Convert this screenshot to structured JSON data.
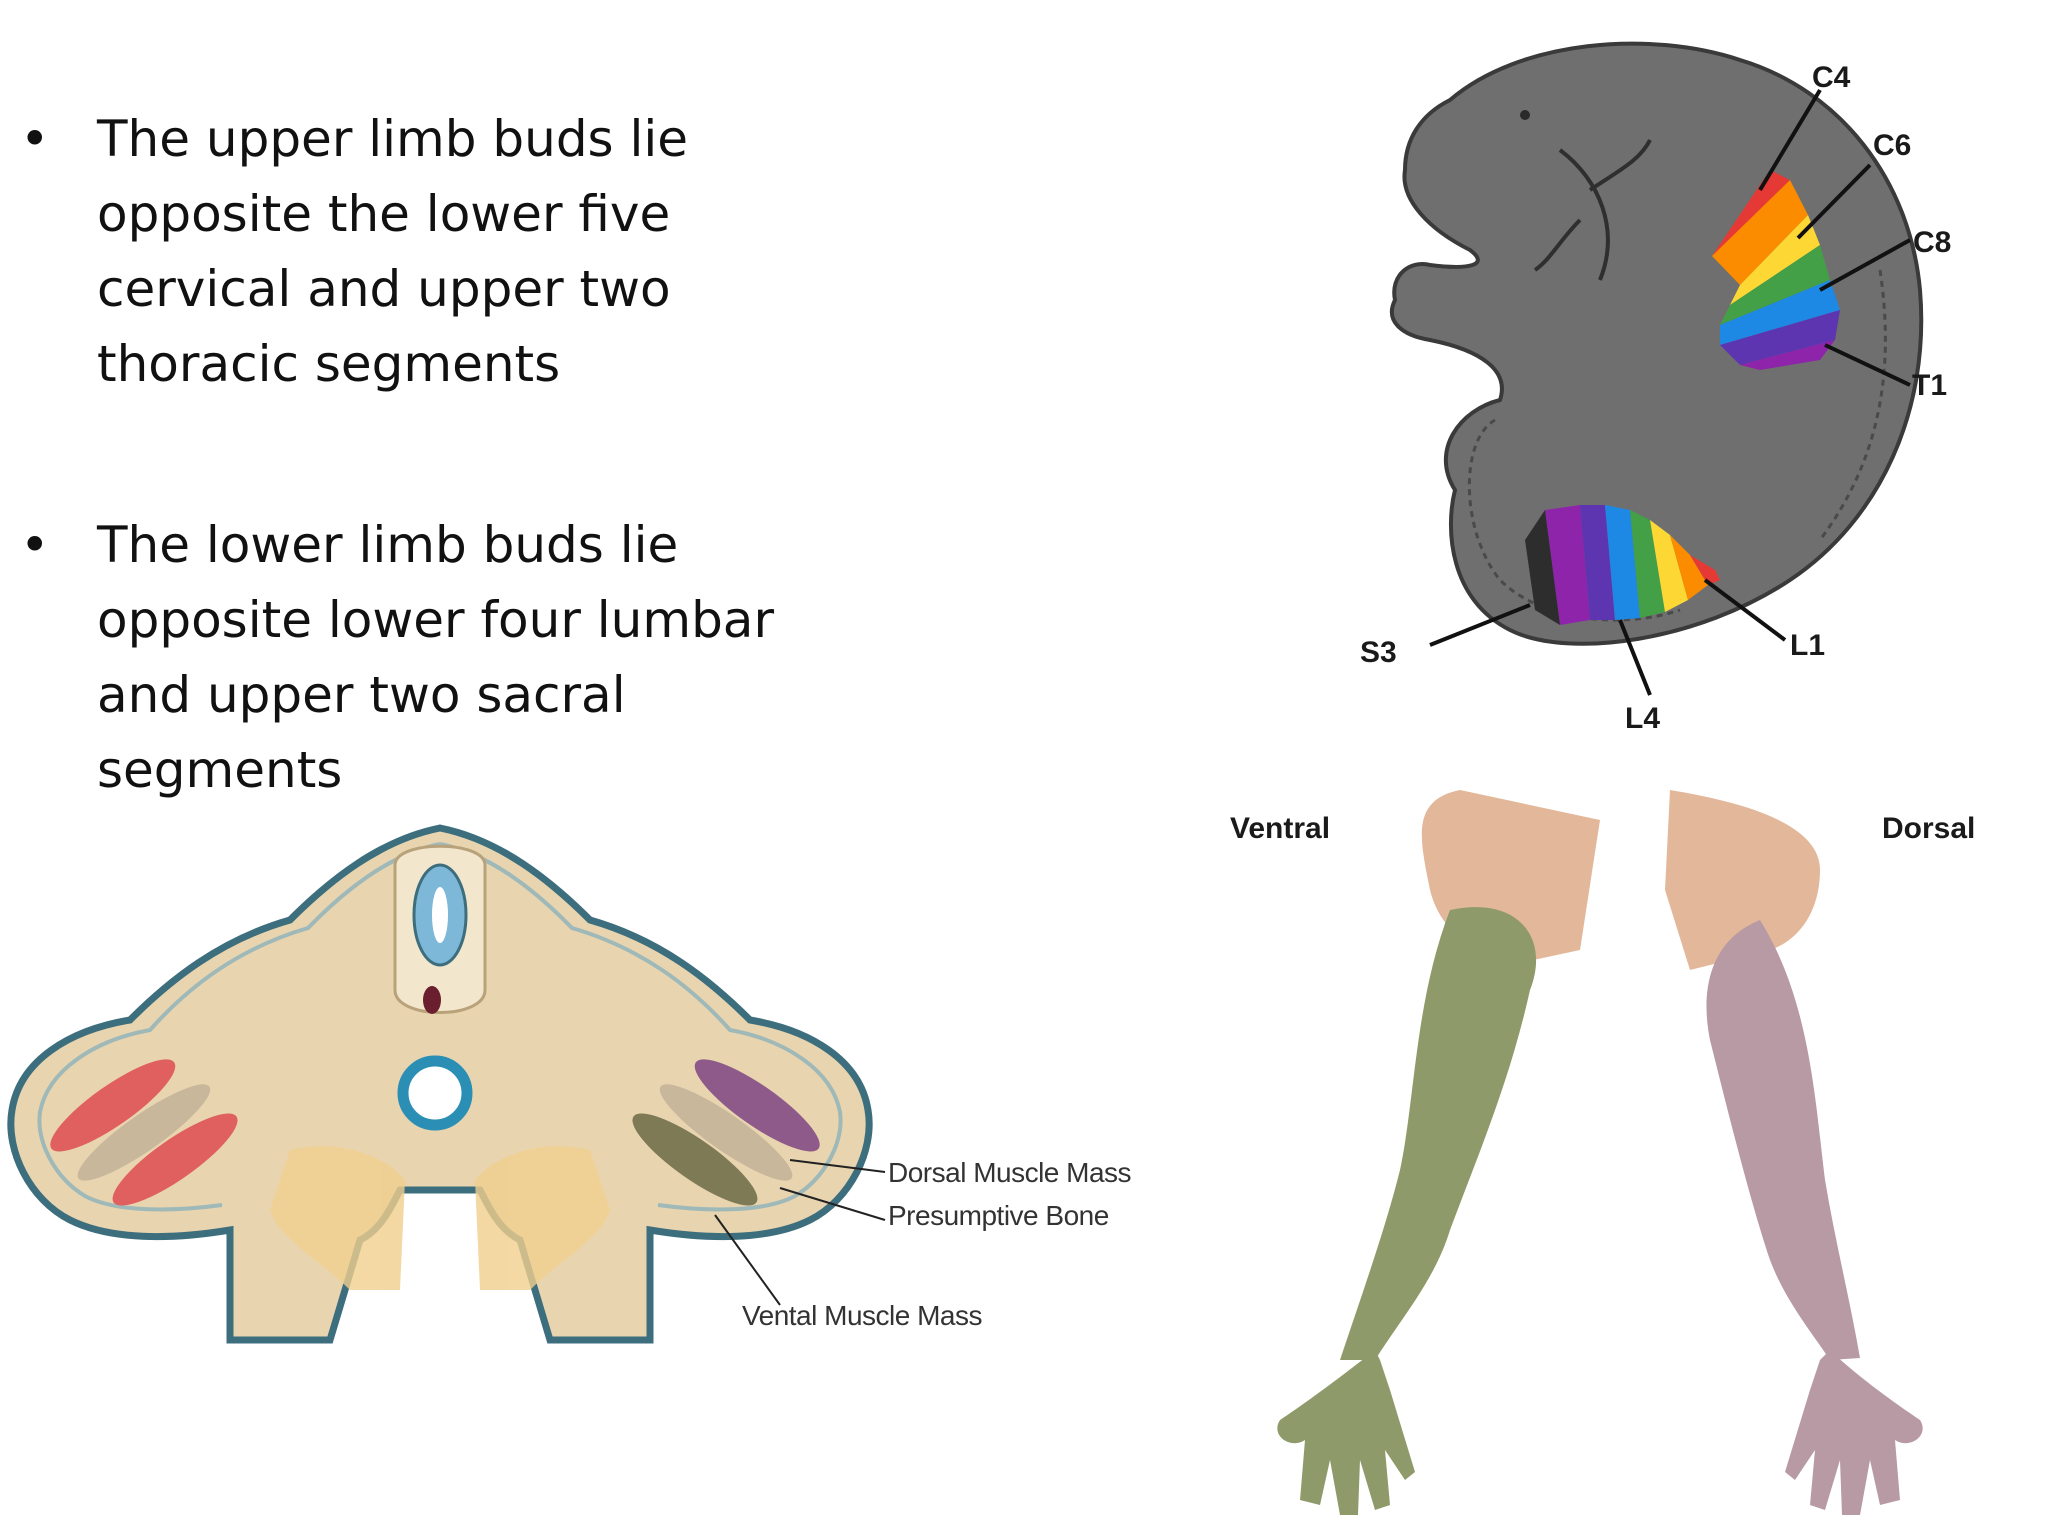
{
  "bullets": [
    {
      "marker": "•",
      "lines": [
        "The upper limb buds lie",
        "opposite the lower five",
        "cervical and upper two",
        "thoracic segments"
      ]
    },
    {
      "marker": "•",
      "lines": [
        "The lower limb buds lie",
        "opposite lower four lumbar",
        "and upper two sacral",
        "segments"
      ]
    }
  ],
  "embryo": {
    "labels": {
      "c4": "C4",
      "c6": "C6",
      "c8": "C8",
      "t1": "T1",
      "s3": "S3",
      "l1": "L1",
      "l4": "L4"
    },
    "dermatome_colors": [
      "#e53935",
      "#fb8c00",
      "#fdd835",
      "#43a047",
      "#1e88e5",
      "#5e35b1",
      "#8e24aa"
    ]
  },
  "cross_section": {
    "labels": {
      "dorsal": "Dorsal Muscle Mass",
      "bone": "Presumptive Bone",
      "ventral": "Vental Muscle Mass"
    },
    "colors": {
      "tissue": "#e8d5b0",
      "cord": "#7db8d8",
      "notochord": "#6b1f2e",
      "aorta": "#2b8fb5",
      "ventral": "#e06060",
      "dorsal": "#8e5a8a",
      "bone": "#c9b79c",
      "border": "#3d6e7e"
    }
  },
  "arms": {
    "ventral_label": "Ventral",
    "dorsal_label": "Dorsal",
    "colors": {
      "ventral": "#8f9a6a",
      "dorsal": "#b89aa4",
      "shoulder": "#e2b79a"
    }
  }
}
